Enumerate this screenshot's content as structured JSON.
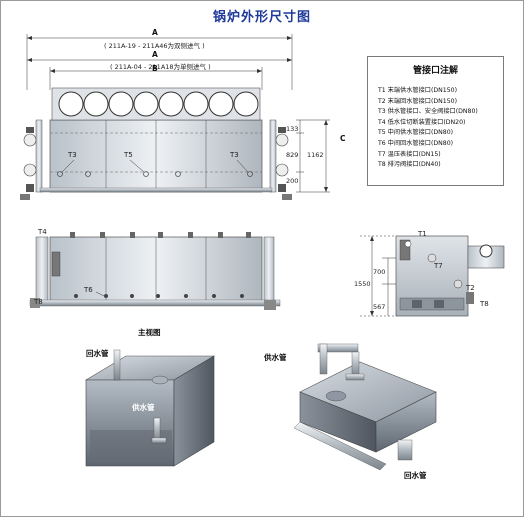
{
  "title": "锅炉外形尺寸图",
  "front_view": {
    "dim_a_label_1": "A",
    "dim_a_note_1": "( 211A-19 - 211A46为双侧进气 )",
    "dim_a_label_2": "A",
    "dim_a_note_2": "( 211A-04 - 211A18为单侧进气 )",
    "dim_b_label": "B",
    "dim_c_label": "C",
    "dim_133": "133",
    "dim_829": "829",
    "dim_200": "200",
    "dim_1162": "1162",
    "t3_left": "T3",
    "t5": "T5",
    "t3_right": "T3"
  },
  "legend": {
    "title": "管接口注解",
    "items": [
      "T1  末端供水管接口(DN150)",
      "T2  末端回水管接口(DN150)",
      "T3  供水管接口、安全阀接口(DN80)",
      "T4  低水位切断装置接口(DN20)",
      "T5  中间供水管接口(DN80)",
      "T6  中间回水管接口(DN80)",
      "T7  温压表接口(DN15)",
      "T8  排污阀接口(DN40)"
    ]
  },
  "main_view": {
    "caption": "主视图",
    "t4": "T4",
    "t6": "T6",
    "t8": "T8"
  },
  "side_view": {
    "t1": "T1",
    "t7": "T7",
    "t2": "T2",
    "t8": "T8",
    "dim_700": "700",
    "dim_1550": "1550",
    "dim_567": "567"
  },
  "iso_left": {
    "return_pipe": "回水管",
    "supply_pipe": "供水管"
  },
  "iso_right": {
    "supply_pipe": "供水管",
    "return_pipe": "回水管"
  }
}
